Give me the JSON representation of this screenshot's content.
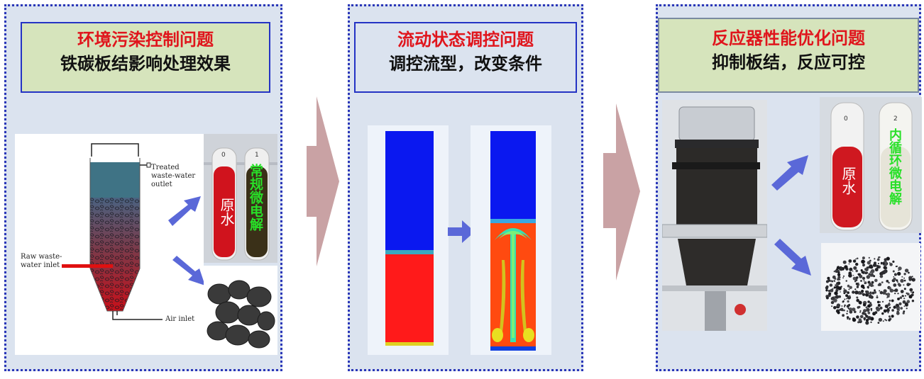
{
  "panels": [
    {
      "title": "环境污染控制问题",
      "subtitle": "铁碳板结影响处理效果"
    },
    {
      "title": "流动状态调控问题",
      "subtitle": "调控流型，改变条件"
    },
    {
      "title": "反应器性能优化问题",
      "subtitle": "抑制板结，反应可控"
    }
  ],
  "reactor_labels": {
    "outlet": "Treated waste-water outlet",
    "inlet": "Raw waste-water inlet",
    "air": "Air inlet"
  },
  "tubes_panel1": {
    "raw": "原水",
    "conventional": "常规微电解",
    "num_left": "0",
    "num_right": "1"
  },
  "tubes_panel3": {
    "raw": "原水",
    "internal": "内循环微电解",
    "num_left": "0",
    "num_right": "2"
  },
  "colors": {
    "title_red": "#e0151c",
    "border_blue": "#2a36b8",
    "arrow_pink": "#c9a2a4",
    "arrow_blue": "#5a68d8",
    "highlight_green": "#28e028"
  }
}
